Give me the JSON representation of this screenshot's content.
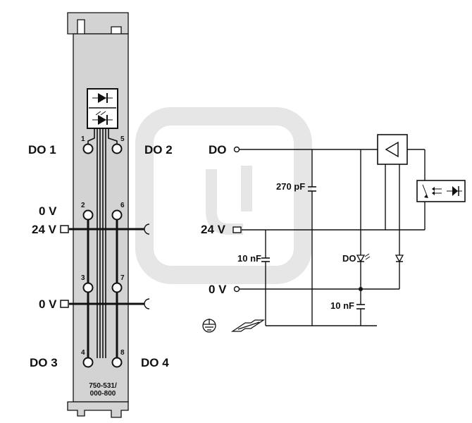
{
  "module": {
    "left_labels": [
      "DO 1",
      "0 V",
      "24 V",
      "0 V",
      "DO 3"
    ],
    "right_labels": [
      "DO 2",
      "DO 4"
    ],
    "terminal_numbers": [
      "1",
      "5",
      "2",
      "6",
      "3",
      "7",
      "4",
      "8"
    ],
    "part_number_line1": "750-531/",
    "part_number_line2": "000-800"
  },
  "schematic": {
    "labels": {
      "do": "DO",
      "v24": "24 V",
      "v0": "0 V",
      "cap_270": "270 pF",
      "cap_10_top": "10 nF",
      "cap_10_bottom": "10 nF",
      "led_label": "DO"
    }
  },
  "colors": {
    "module_fill": "#d3d3d3",
    "line": "#111111",
    "watermark": "#e4e4e4"
  }
}
